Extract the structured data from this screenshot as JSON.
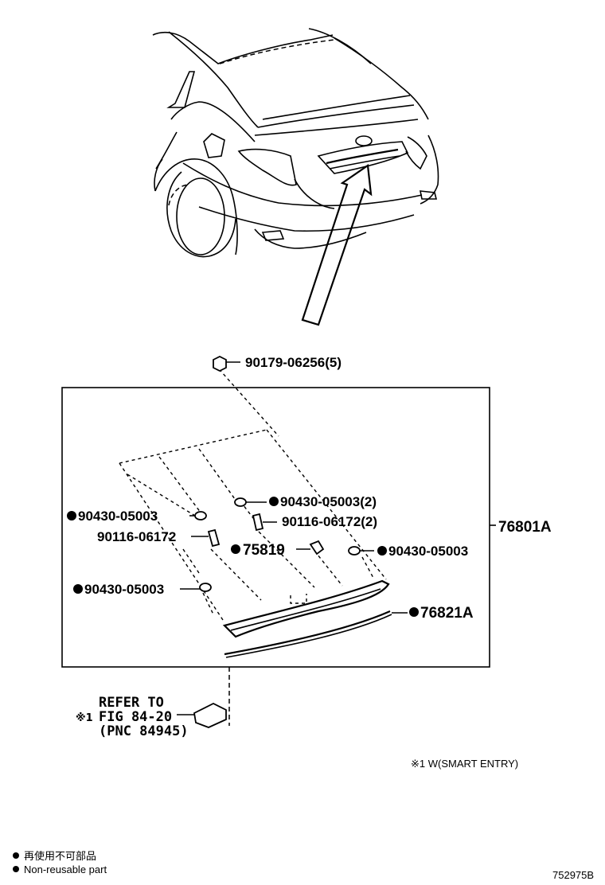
{
  "parts": [
    {
      "id": "p1",
      "text": "90179-06256(5)"
    },
    {
      "id": "p2",
      "text": "90430-05003(2)",
      "nonreusable": true
    },
    {
      "id": "p3",
      "text": "90430-05003",
      "nonreusable": true
    },
    {
      "id": "p4",
      "text": "90116-06172(2)"
    },
    {
      "id": "p5",
      "text": "90116-06172"
    },
    {
      "id": "p6",
      "text": "75819",
      "nonreusable": true
    },
    {
      "id": "p7",
      "text": "90430-05003",
      "nonreusable": true
    },
    {
      "id": "p8",
      "text": "90430-05003",
      "nonreusable": true
    },
    {
      "id": "p9",
      "text": "76821A",
      "nonreusable": true
    }
  ],
  "assembly_label": "76801A",
  "refer": {
    "mark": "※1",
    "line1": "REFER TO",
    "line2": "FIG 84-20",
    "line3": "(PNC 84945)"
  },
  "note": "※1 W(SMART ENTRY)",
  "legend": {
    "dot": "●",
    "japanese": "再使用不可部品",
    "english": "Non-reusable part"
  },
  "figure_id": "752975B"
}
